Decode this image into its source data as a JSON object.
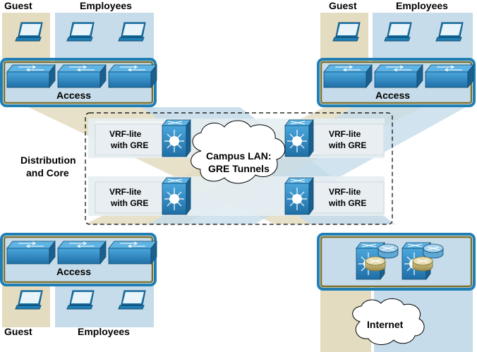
{
  "colors": {
    "guest_band": "#e3dcc0",
    "employee_band": "#c6dcea",
    "access_border": "#1f7fb5",
    "access_inner": "#7a7130",
    "device_blue": "#2f8fc8",
    "dashed_border": "#000000"
  },
  "top_left": {
    "guest_label": "Guest",
    "employees_label": "Employees",
    "access_label": "Access"
  },
  "top_right": {
    "guest_label": "Guest",
    "employees_label": "Employees",
    "access_label": "Access"
  },
  "bottom_left": {
    "guest_label": "Guest",
    "employees_label": "Employees",
    "access_label": "Access"
  },
  "distribution_label_line1": "Distribution",
  "distribution_label_line2": "and Core",
  "core_nodes": [
    {
      "line1": "VRF-lite",
      "line2": "with GRE"
    },
    {
      "line1": "VRF-lite",
      "line2": "with GRE"
    },
    {
      "line1": "VRF-lite",
      "line2": "with GRE"
    },
    {
      "line1": "VRF-lite",
      "line2": "with GRE"
    }
  ],
  "campus_cloud": {
    "line1": "Campus LAN:",
    "line2": "GRE Tunnels"
  },
  "internet_cloud": "Internet",
  "icons": [
    "laptop-icon",
    "switch-icon",
    "multilayer-switch-icon",
    "router-icon",
    "cloud-icon"
  ]
}
